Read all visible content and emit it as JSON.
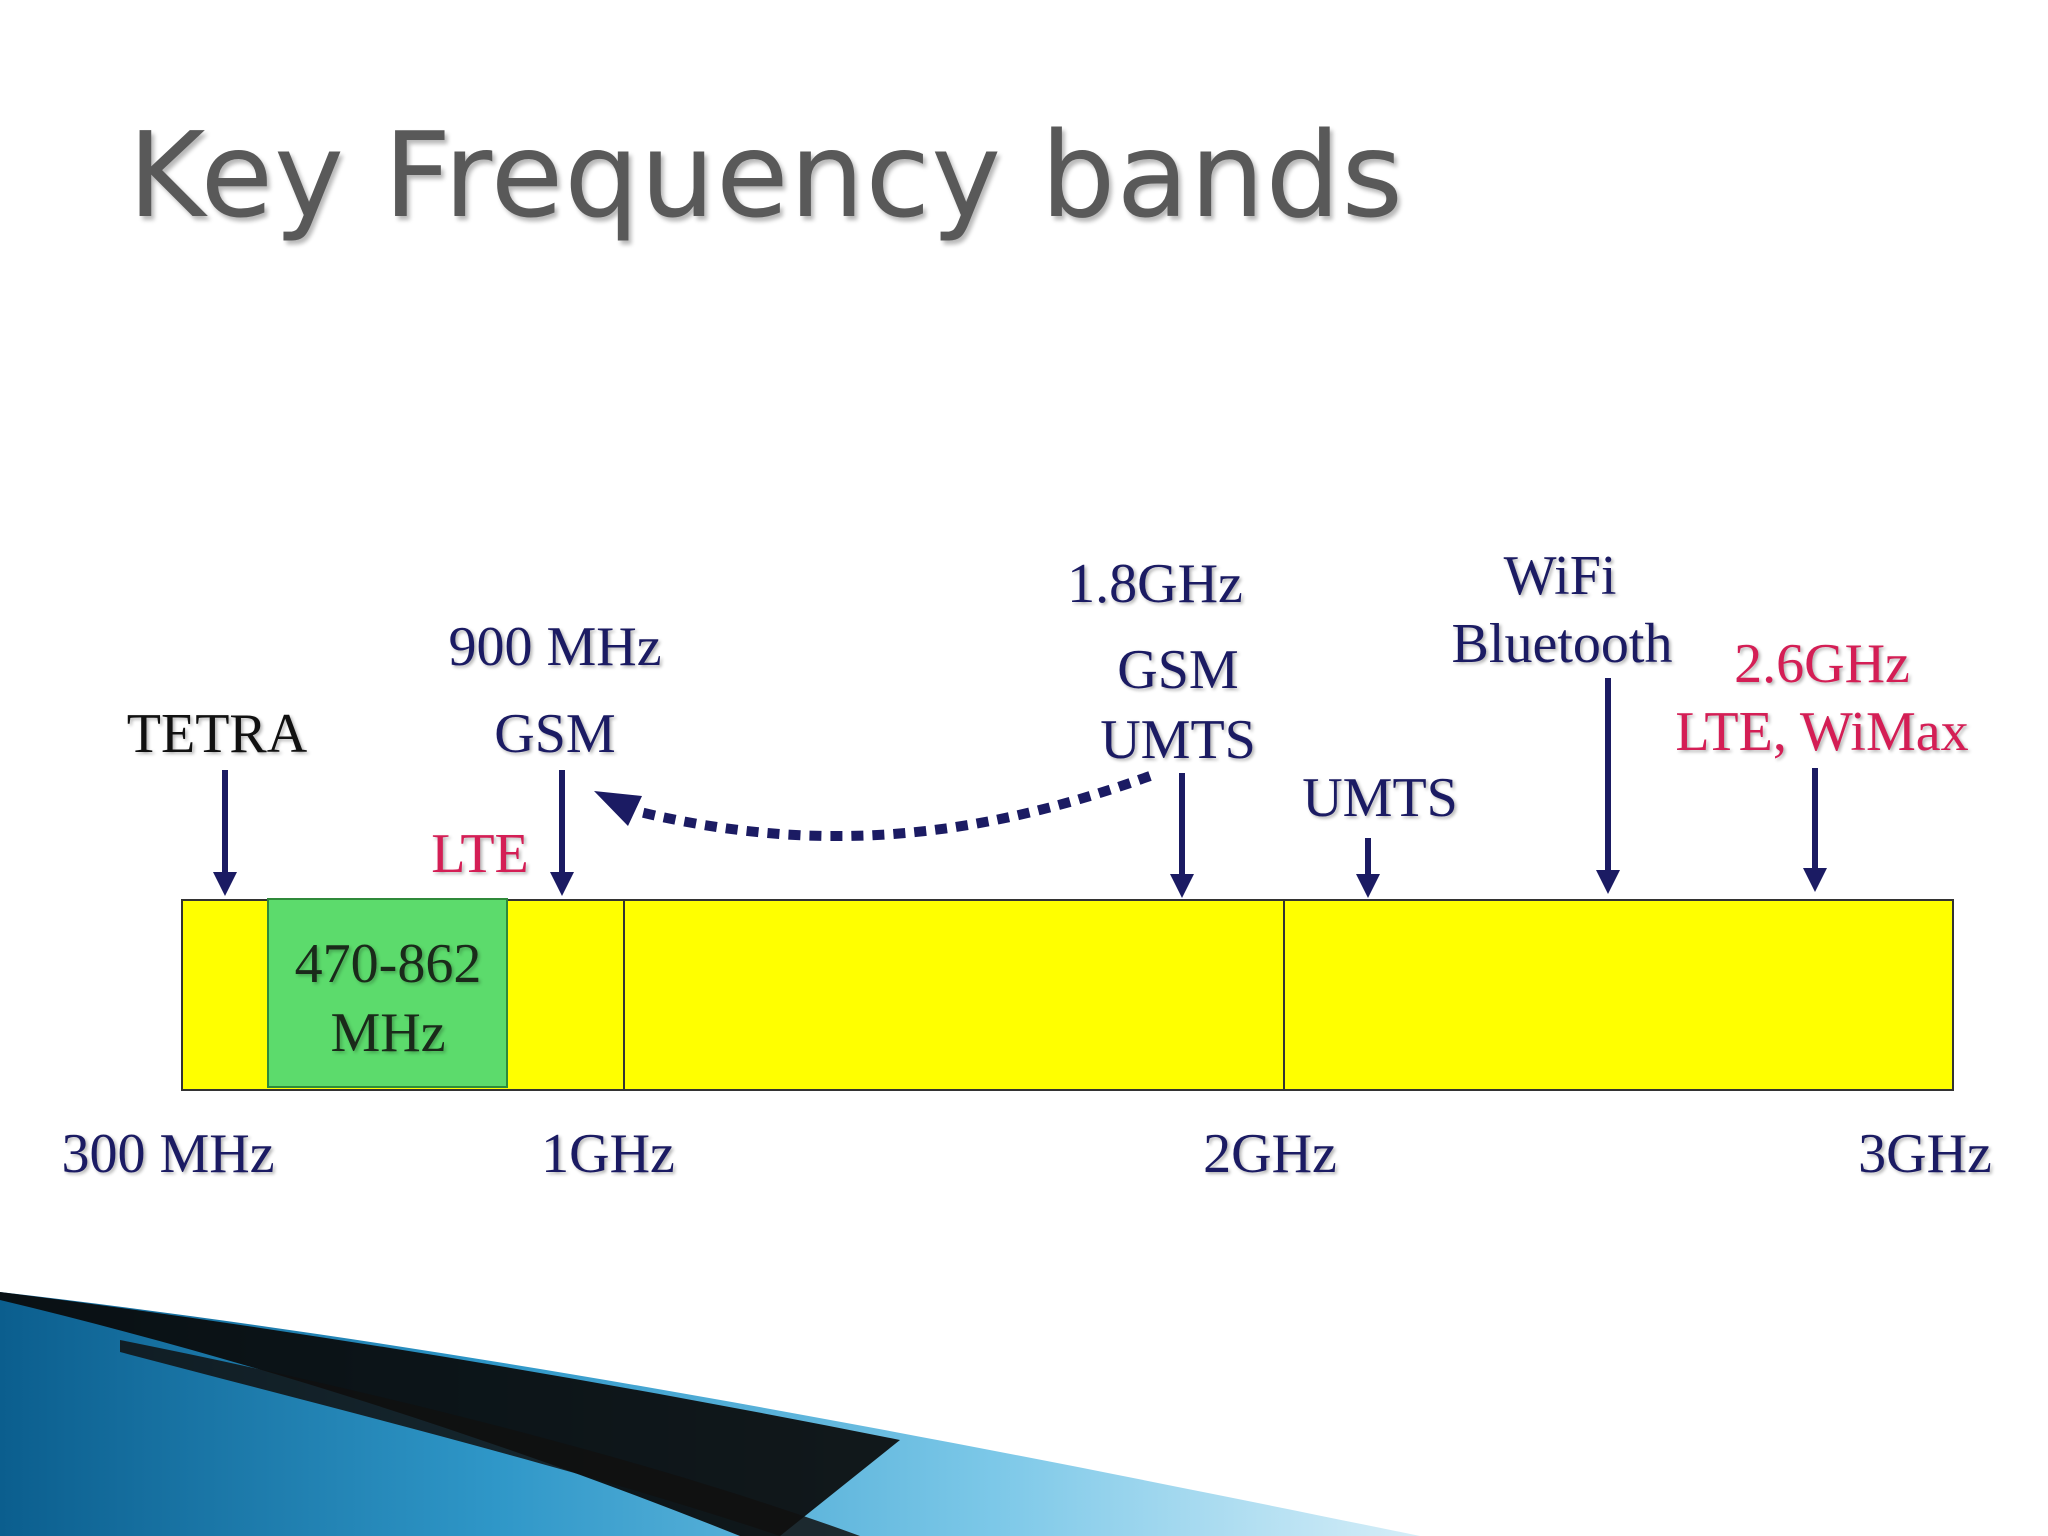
{
  "slide": {
    "title": "Key Frequency bands"
  },
  "band_bar": {
    "range_start_mhz": 300,
    "range_end_mhz": 3000,
    "fill_color": "#ffff00",
    "highlight_color": "#5cdb6c",
    "highlight_label_1": "470-862",
    "highlight_label_2": "MHz"
  },
  "axis_labels": [
    "300 MHz",
    "1GHz",
    "2GHz",
    "3GHz"
  ],
  "markers": {
    "tetra": "TETRA",
    "gsm900_freq": "900 MHz",
    "gsm900_label": "GSM",
    "lte": "LTE",
    "gsm1800_freq": "1.8GHz",
    "gsm1800_label1": "GSM",
    "gsm1800_label2": "UMTS",
    "umts": "UMTS",
    "wifi": "WiFi",
    "bluetooth": "Bluetooth",
    "lte26_freq": "2.6GHz",
    "lte26_label": "LTE, WiMax"
  },
  "colors": {
    "arrow": "#1b1b63",
    "label_navy": "#1b1b63",
    "label_red": "#d41e55",
    "title": "#595959"
  }
}
